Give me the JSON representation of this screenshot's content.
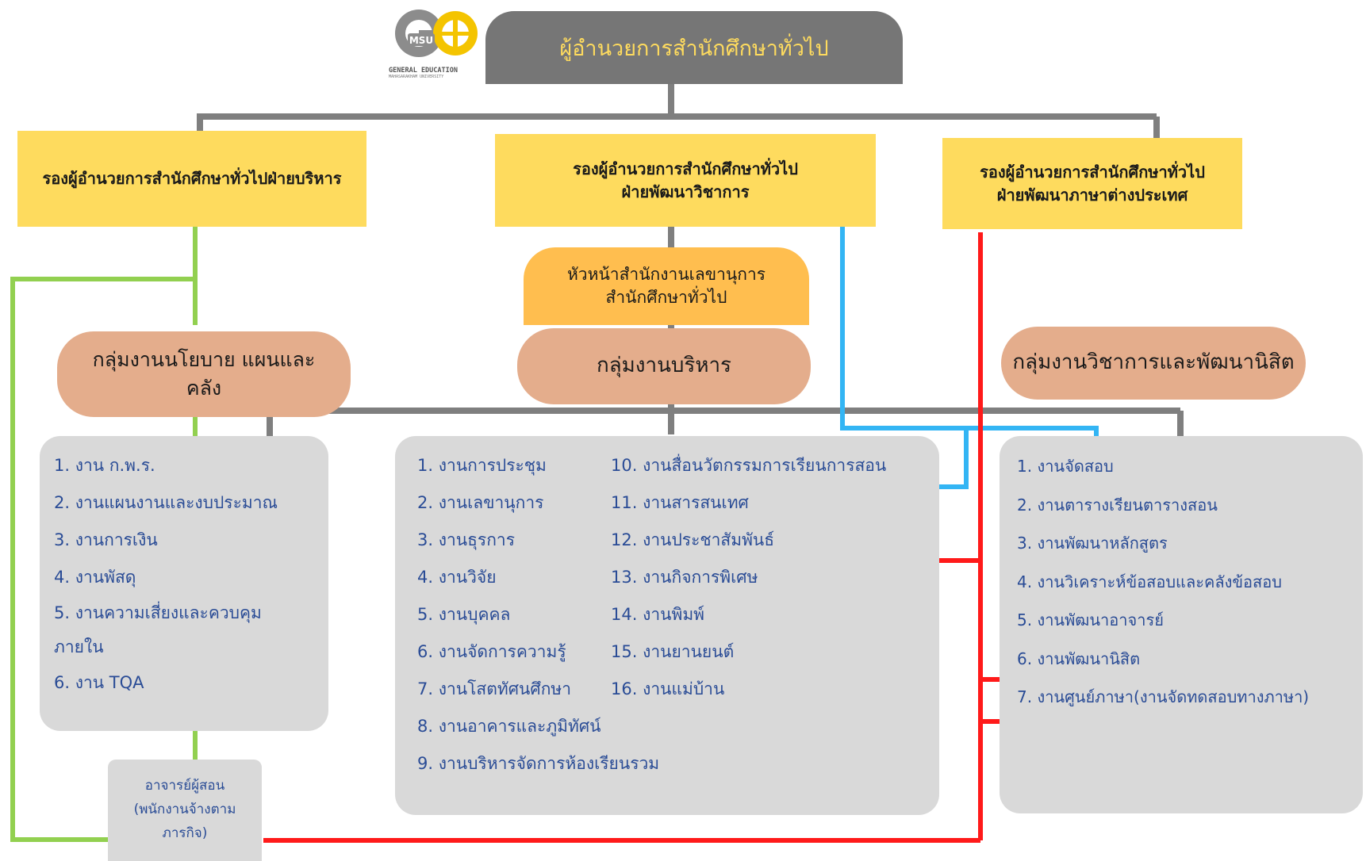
{
  "logo": {
    "mark": "MSU",
    "caption_line1": "GENERAL EDUCATION",
    "caption_line2": "MAHASARAKHAM UNIVERSITY"
  },
  "director": "ผู้อำนวยการสำนักศึกษาทั่วไป",
  "deputies": {
    "admin": "รองผู้อำนวยการสำนักศึกษาทั่วไปฝ่ายบริหาร",
    "academic_line1": "รองผู้อำนวยการสำนักศึกษาทั่วไป",
    "academic_line2": "ฝ่ายพัฒนาวิชาการ",
    "foreign_line1": "รองผู้อำนวยการสำนักศึกษาทั่วไป",
    "foreign_line2": "ฝ่ายพัฒนาภาษาต่างประเทศ"
  },
  "secretary_head": {
    "line1": "หัวหน้าสำนักงานเลขานุการ",
    "line2": "สำนักศึกษาทั่วไป"
  },
  "groups": {
    "policy": {
      "line1": "กลุ่มงานนโยบาย  แผนและ",
      "line2": "คลัง"
    },
    "admin": "กลุ่มงานบริหาร",
    "academic": "กลุ่มงานวิชาการและพัฒนานิสิต"
  },
  "policy_tasks": [
    "1. งาน ก.พ.ร.",
    "2. งานแผนงานและงบประมาณ",
    "3. งานการเงิน",
    "4. งานพัสดุ",
    "5. งานความเสี่ยงและควบคุม ภายใน",
    "6. งาน TQA"
  ],
  "admin_tasks_left": [
    "1. งานการประชุม",
    "2. งานเลขานุการ",
    "3. งานธุรการ",
    "4. งานวิจัย",
    "5. งานบุคคล",
    "6. งานจัดการความรู้",
    "7. งานโสตทัศนศึกษา",
    "8. งานอาคารและภูมิทัศน์",
    "9. งานบริหารจัดการห้องเรียนรวม"
  ],
  "admin_tasks_right": [
    "10. งานสื่อนวัตกรรมการเรียนการสอน",
    "11. งานสารสนเทศ",
    "12. งานประชาสัมพันธ์",
    "13. งานกิจการพิเศษ",
    "14. งานพิมพ์",
    "15. งานยานยนต์",
    "16. งานแม่บ้าน"
  ],
  "academic_tasks": [
    "1. งานจัดสอบ",
    "2. งานตารางเรียนตารางสอน",
    "3. งานพัฒนาหลักสูตร",
    "4. งานวิเคราะห์ข้อสอบและคลังข้อสอบ",
    "5. งานพัฒนาอาจารย์",
    "6. งานพัฒนานิสิต",
    "7. งานศูนย์ภาษา(งานจัดทดสอบทางภาษา)"
  ],
  "instructors": {
    "line1": "อาจารย์ผู้สอน",
    "line2": "(พนักงานจ้างตาม",
    "line3": "ภารกิจ)"
  },
  "colors": {
    "gray_connector": "#7f7f7f",
    "green_connector": "#92d050",
    "blue_connector": "#33b5f4",
    "red_connector": "#ff1a1a",
    "yellow_box": "#fedb5e",
    "orange_box": "#ffbe4f",
    "pill": "#e4ad8c",
    "grey_panel": "#d9d9d9",
    "director_bar": "#767676"
  }
}
